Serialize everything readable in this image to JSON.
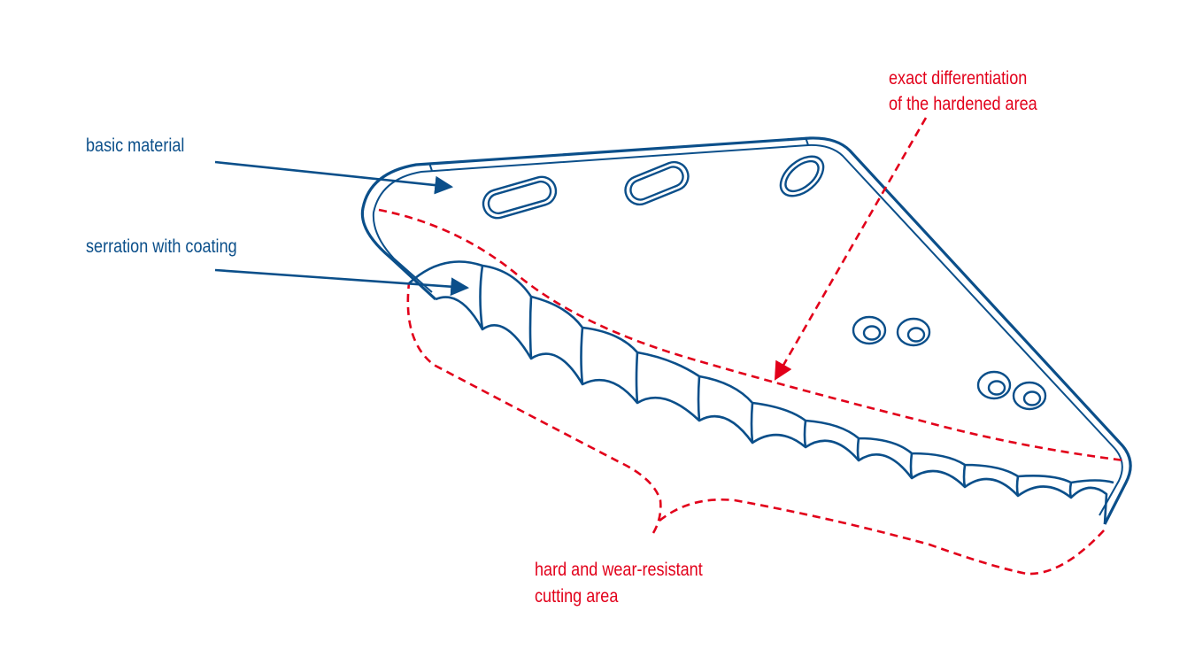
{
  "colors": {
    "part": "#0b4f8a",
    "annotation": "#e2001a",
    "background": "#ffffff"
  },
  "labels": {
    "basic_material": "basic material",
    "serration_with_coating": "serration with coating",
    "exact_differentiation_line1": "exact differentiation",
    "exact_differentiation_line2": "of the hardened area",
    "cutting_area_line1": "hard and wear-resistant",
    "cutting_area_line2": "cutting area"
  }
}
